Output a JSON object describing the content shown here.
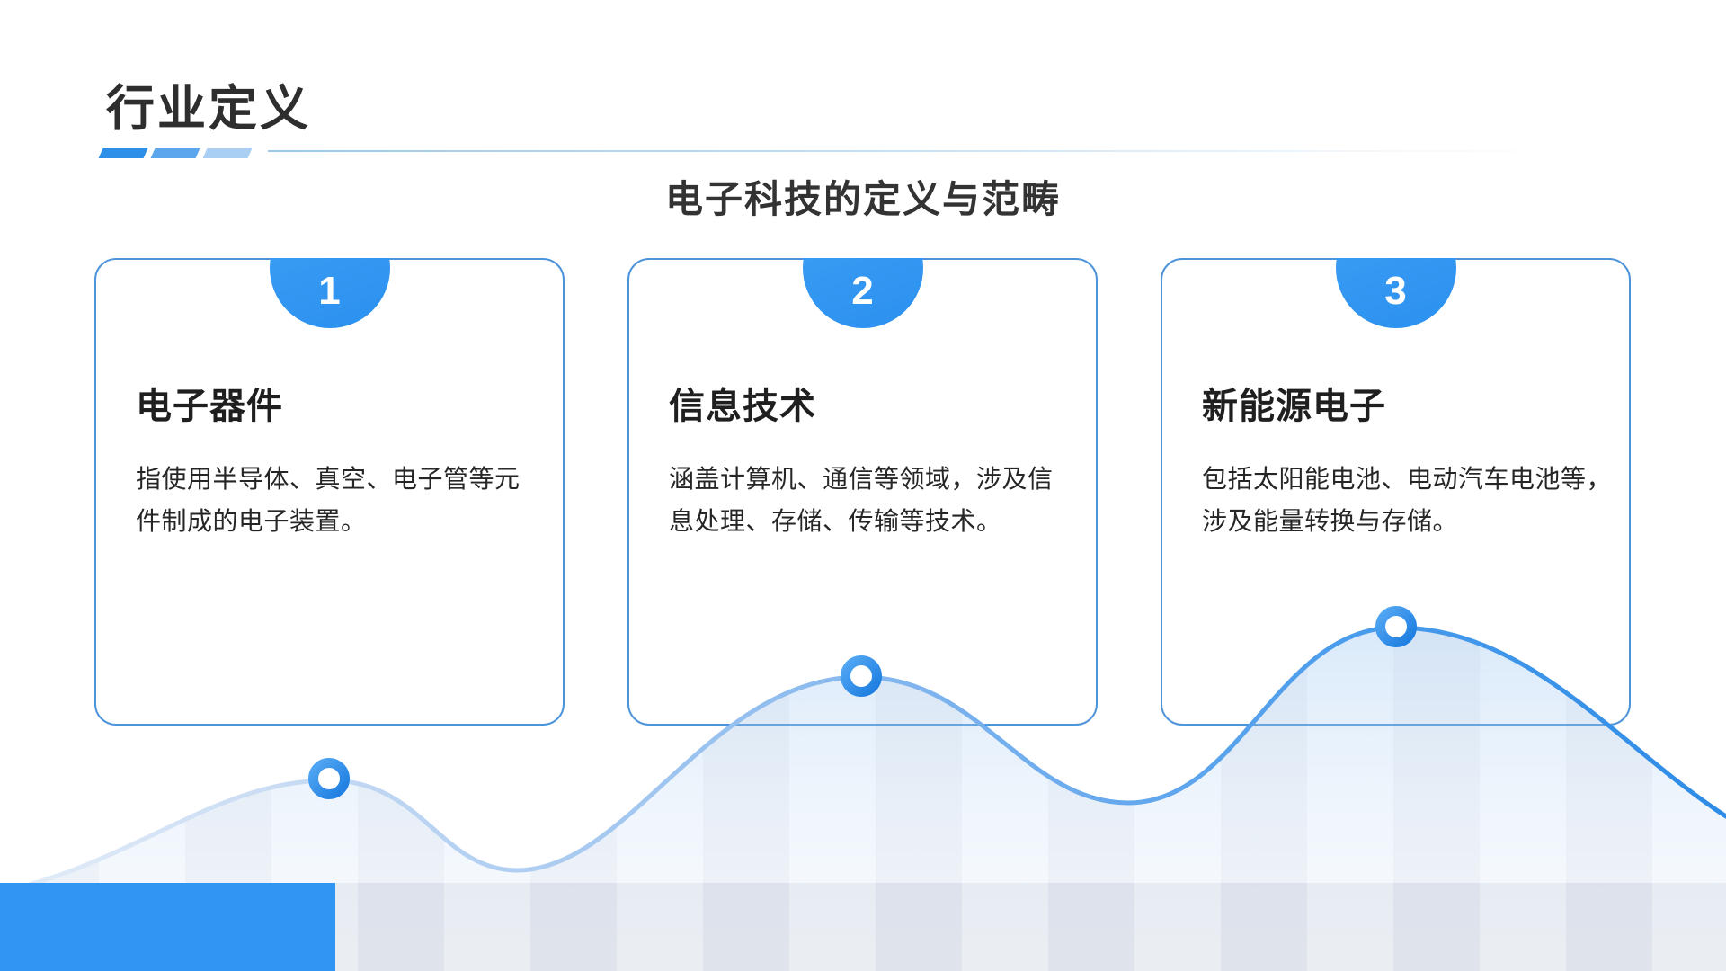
{
  "slide": {
    "title": "行业定义",
    "subtitle": "电子科技的定义与范畴",
    "cards": [
      {
        "number": "1",
        "title": "电子器件",
        "body_line1": "指使用半导体、真空、电子管等元",
        "body_line2": "件制成的电子装置。"
      },
      {
        "number": "2",
        "title": "信息技术",
        "body_line1": "涵盖计算机、通信等领域，涉及信",
        "body_line2": "息处理、存储、传输等技术。"
      },
      {
        "number": "3",
        "title": "新能源电子",
        "body_line1": "包括太阳能电池、电动汽车电池等，",
        "body_line2": "涉及能量转换与存储。"
      }
    ],
    "colors": {
      "accent_blue": "#2F97F3",
      "card_border_blue": "#4E94DB",
      "underline_dash_blues": [
        "#2E8FE9",
        "#5BA6ED",
        "#A9CFF3"
      ],
      "wave_stroke_light": "#E2EBF8",
      "wave_stroke_deep": "#2E8CE6",
      "stripe_gray_dark": "#E9EBEF",
      "stripe_gray_light": "#EEF0F3",
      "title_text": "#2E2E2E",
      "body_text": "#262626"
    }
  }
}
